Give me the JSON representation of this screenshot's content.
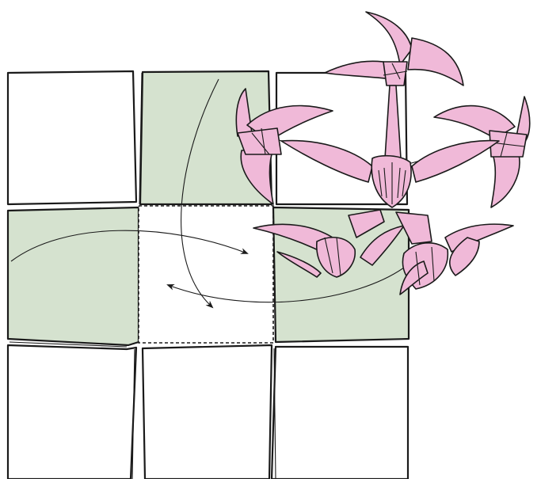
{
  "diagram": {
    "kind": "origami-fold-diagram",
    "colors": {
      "paper_white": "#ffffff",
      "paper_green": "#d5e2cf",
      "crane_pink": "#f0b9d8",
      "line": "#1a1a1a"
    },
    "grid": {
      "rows": 3,
      "cols": 3,
      "green_cells": [
        "top-center",
        "middle-left",
        "middle-right"
      ]
    },
    "figures": [
      {
        "id": "crane-top",
        "icon": "crane-icon"
      },
      {
        "id": "crane-left",
        "icon": "crane-icon"
      },
      {
        "id": "crane-right",
        "icon": "crane-icon"
      },
      {
        "id": "crane-bottom-left",
        "icon": "crane-icon"
      },
      {
        "id": "crane-bottom-right",
        "icon": "crane-icon"
      }
    ],
    "arrows": [
      {
        "id": "fold-arrow-left-to-center",
        "icon": "arrow-icon"
      },
      {
        "id": "fold-arrow-top-to-center",
        "icon": "arrow-icon"
      },
      {
        "id": "fold-arrow-right-to-center",
        "icon": "arrow-icon"
      }
    ]
  }
}
